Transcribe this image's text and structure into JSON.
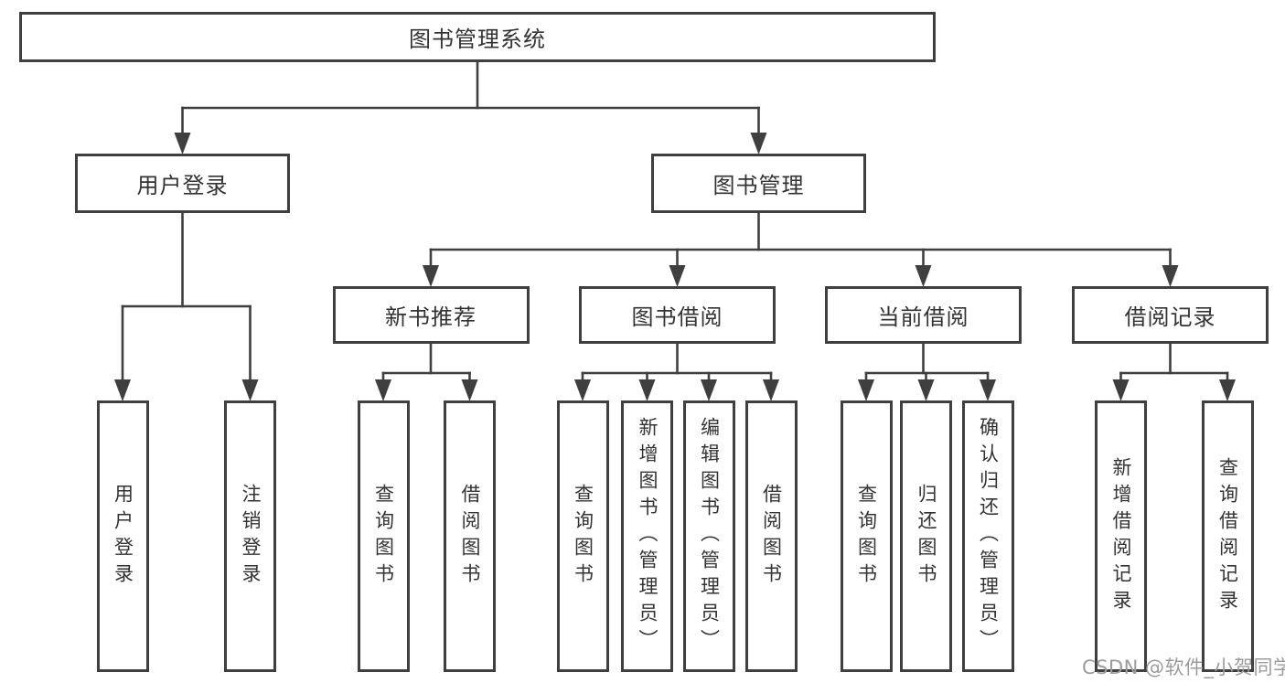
{
  "colors": {
    "background": "#ffffff",
    "line": "#3f3f3f",
    "box_border": "#3f3f3f",
    "box_text": "#333333",
    "watermark": "#9c9c9c"
  },
  "watermark": {
    "text": "CSDN @软件_小贺同学"
  },
  "tree": {
    "root": {
      "label": "图书管理系统",
      "children": [
        {
          "label": "用户登录",
          "children": [
            {
              "label": "用户登录"
            },
            {
              "label": "注销登录"
            }
          ]
        },
        {
          "label": "图书管理",
          "children": [
            {
              "label": "新书推荐",
              "children": [
                {
                  "label": "查询图书"
                },
                {
                  "label": "借阅图书"
                }
              ]
            },
            {
              "label": "图书借阅",
              "children": [
                {
                  "label": "查询图书"
                },
                {
                  "label": "新增图书（管理员）"
                },
                {
                  "label": "编辑图书（管理员）"
                },
                {
                  "label": "借阅图书"
                }
              ]
            },
            {
              "label": "当前借阅",
              "children": [
                {
                  "label": "查询图书"
                },
                {
                  "label": "归还图书"
                },
                {
                  "label": "确认归还（管理员）"
                }
              ]
            },
            {
              "label": "借阅记录",
              "children": [
                {
                  "label": "新增借阅记录"
                },
                {
                  "label": "查询借阅记录"
                }
              ]
            }
          ]
        }
      ]
    }
  }
}
